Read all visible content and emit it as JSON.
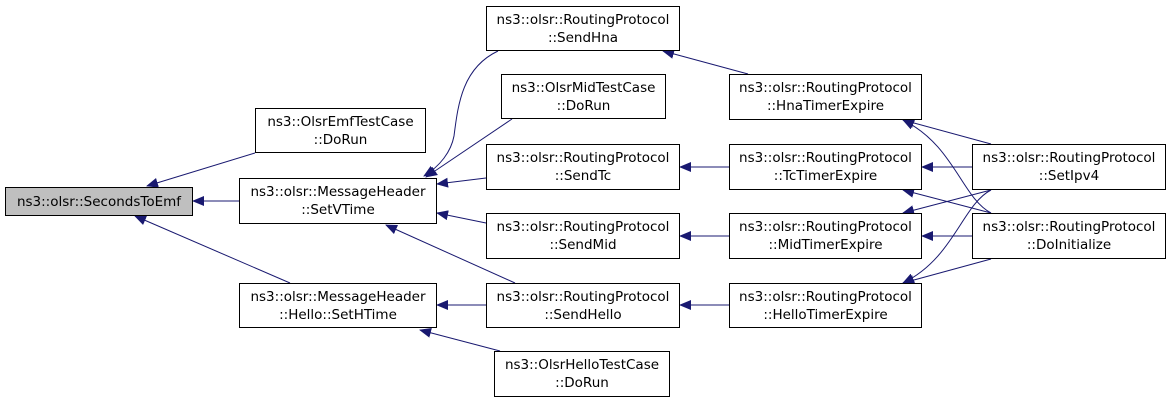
{
  "colors": {
    "edge": "#191970",
    "focus_fill": "#bfbfbf",
    "border": "#000000",
    "background": "#ffffff"
  },
  "nodes": {
    "seconds_to_emf": {
      "line1": "ns3::olsr::SecondsToEmf"
    },
    "emf_dorun": {
      "line1": "ns3::OlsrEmfTestCase",
      "line2": "::DoRun"
    },
    "setvtime": {
      "line1": "ns3::olsr::MessageHeader",
      "line2": "::SetVTime"
    },
    "sethtime": {
      "line1": "ns3::olsr::MessageHeader",
      "line2": "::Hello::SetHTime"
    },
    "sendhna": {
      "line1": "ns3::olsr::RoutingProtocol",
      "line2": "::SendHna"
    },
    "mid_dorun": {
      "line1": "ns3::OlsrMidTestCase",
      "line2": "::DoRun"
    },
    "sendtc": {
      "line1": "ns3::olsr::RoutingProtocol",
      "line2": "::SendTc"
    },
    "sendmid": {
      "line1": "ns3::olsr::RoutingProtocol",
      "line2": "::SendMid"
    },
    "sendhello": {
      "line1": "ns3::olsr::RoutingProtocol",
      "line2": "::SendHello"
    },
    "hello_dorun": {
      "line1": "ns3::OlsrHelloTestCase",
      "line2": "::DoRun"
    },
    "hna_timer": {
      "line1": "ns3::olsr::RoutingProtocol",
      "line2": "::HnaTimerExpire"
    },
    "tc_timer": {
      "line1": "ns3::olsr::RoutingProtocol",
      "line2": "::TcTimerExpire"
    },
    "mid_timer": {
      "line1": "ns3::olsr::RoutingProtocol",
      "line2": "::MidTimerExpire"
    },
    "hello_timer": {
      "line1": "ns3::olsr::RoutingProtocol",
      "line2": "::HelloTimerExpire"
    },
    "setipv4": {
      "line1": "ns3::olsr::RoutingProtocol",
      "line2": "::SetIpv4"
    },
    "doinitialize": {
      "line1": "ns3::olsr::RoutingProtocol",
      "line2": "::DoInitialize"
    }
  }
}
